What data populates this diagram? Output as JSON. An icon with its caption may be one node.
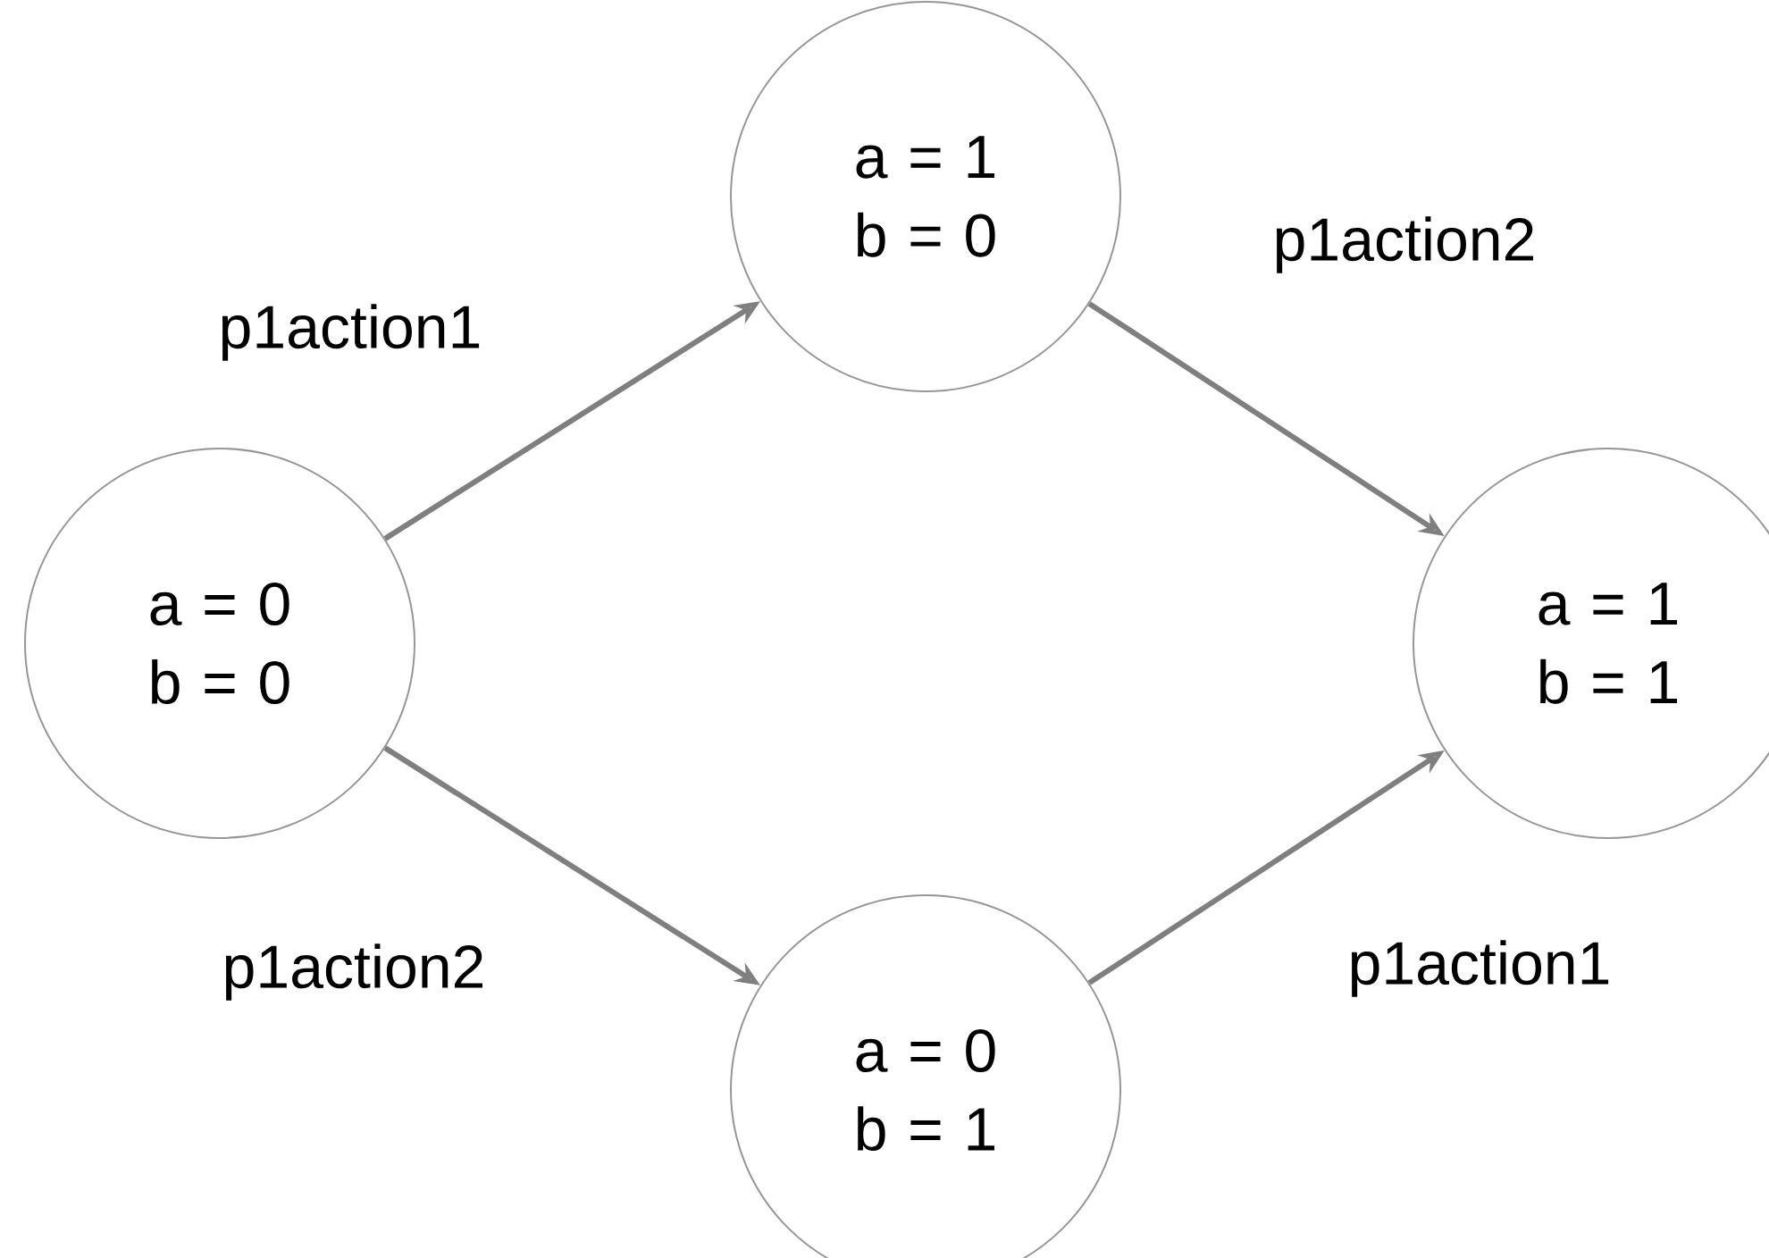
{
  "diagram": {
    "nodes": [
      {
        "text": [
          "a = 0 b = 0"
        ]
      },
      {
        "text": [
          "a = 1 b = 0"
        ]
      },
      {
        "text": [
          "a = 0 b = 1"
        ]
      },
      {
        "text": [
          "a = 1 b = 1"
        ]
      }
    ],
    "edges": [
      {
        "from": 0,
        "to": 1,
        "arrow": "to",
        "label": "p1action1"
      },
      {
        "from": 1,
        "to": 3,
        "arrow": "to",
        "label": "p1action2"
      },
      {
        "from": 0,
        "to": 2,
        "arrow": "to",
        "label": "p1action2"
      },
      {
        "from": 2,
        "to": 3,
        "arrow": "to",
        "label": "p1action1"
      }
    ]
  }
}
